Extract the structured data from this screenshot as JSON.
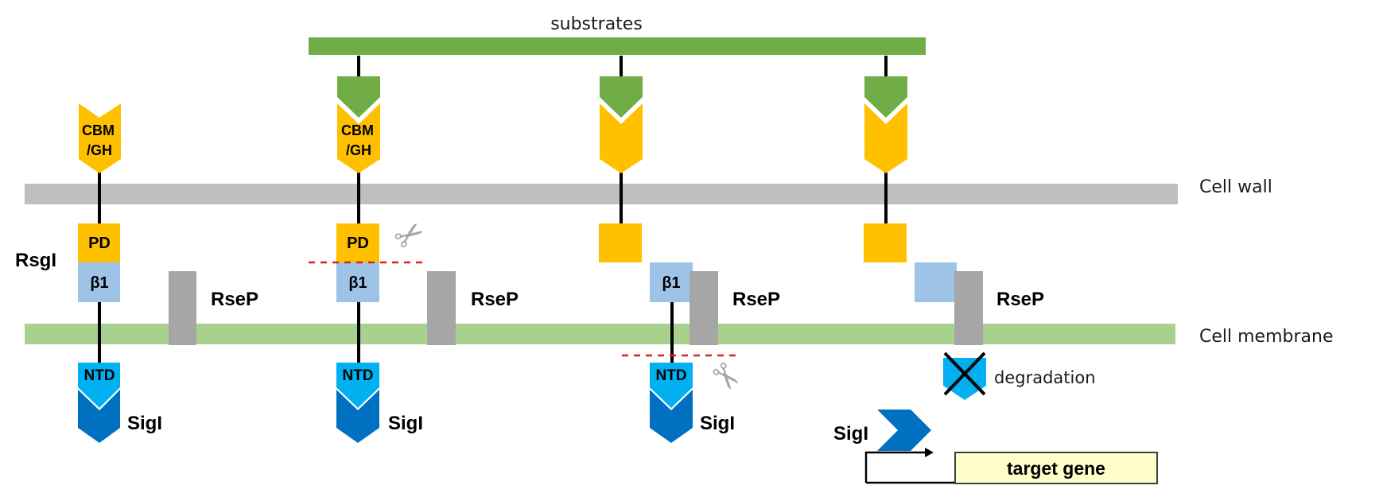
{
  "title_labels": {
    "substrates": "substrates",
    "cell_wall": "Cell wall",
    "cell_membrane": "Cell membrane",
    "rsgi": "RsgI",
    "degradation": "degradation",
    "target_gene": "target gene",
    "sigi_free": "SigI"
  },
  "colors": {
    "substrate_green": "#70AD47",
    "cbm_yellow": "#FFC000",
    "beta_blue": "#9DC3E6",
    "ntd_cyan": "#00B0F0",
    "sigi_blue": "#0070C0",
    "cell_wall_gray": "#BFBFBF",
    "membrane_green": "#A9D18E",
    "rsep_gray": "#A6A6A6",
    "cut_red": "#E02020",
    "gene_fill": "#FFFFCC"
  },
  "states": [
    {
      "id": "resting",
      "substrate_bound": false,
      "cbm_label": "CBM\n/GH",
      "pd_label": "PD",
      "beta_label": "β1",
      "ntd_label": "NTD",
      "sigi_label": "SigI",
      "rsep_label": "RseP",
      "cleavage": "none"
    },
    {
      "id": "substrate-bound",
      "substrate_bound": true,
      "cbm_label": "CBM\n/GH",
      "pd_label": "PD",
      "beta_label": "β1",
      "ntd_label": "NTD",
      "sigi_label": "SigI",
      "rsep_label": "RseP",
      "cleavage": "site-1 (PD/β1)"
    },
    {
      "id": "site2-cleavage",
      "substrate_bound": true,
      "cbm_label": "",
      "pd_label": "",
      "beta_label": "β1",
      "ntd_label": "NTD",
      "sigi_label": "SigI",
      "rsep_label": "RseP",
      "cleavage": "site-2 (below membrane)"
    },
    {
      "id": "release",
      "substrate_bound": true,
      "cbm_label": "",
      "pd_label": "",
      "beta_label": "",
      "ntd_label": "",
      "sigi_label": "SigI",
      "rsep_label": "RseP",
      "cleavage": "NTD degradation"
    }
  ]
}
